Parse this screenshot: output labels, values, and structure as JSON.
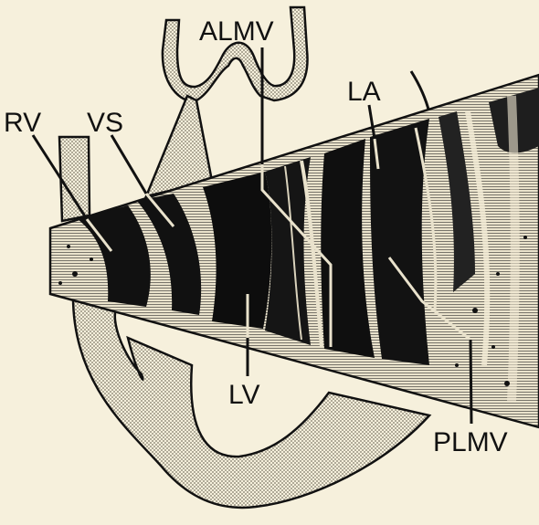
{
  "labels": {
    "almv": "ALMV",
    "la": "LA",
    "rv": "RV",
    "vs": "VS",
    "lv": "LV",
    "plmv": "PLMV"
  },
  "colors": {
    "background": "#f6f0dc",
    "ink": "#111111",
    "stipple": "#b7b2a2",
    "scan_dark": "#111111",
    "scan_light": "#eae3cc"
  }
}
